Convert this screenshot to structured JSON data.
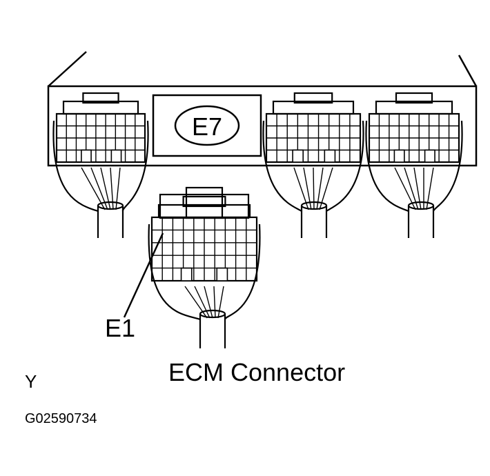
{
  "diagram": {
    "main_connector_label": "E7",
    "pointer_label": "E1",
    "caption": "ECM Connector",
    "corner_letter": "Y",
    "figure_code": "G02590734"
  },
  "colors": {
    "line": "#000000",
    "background": "#ffffff"
  }
}
